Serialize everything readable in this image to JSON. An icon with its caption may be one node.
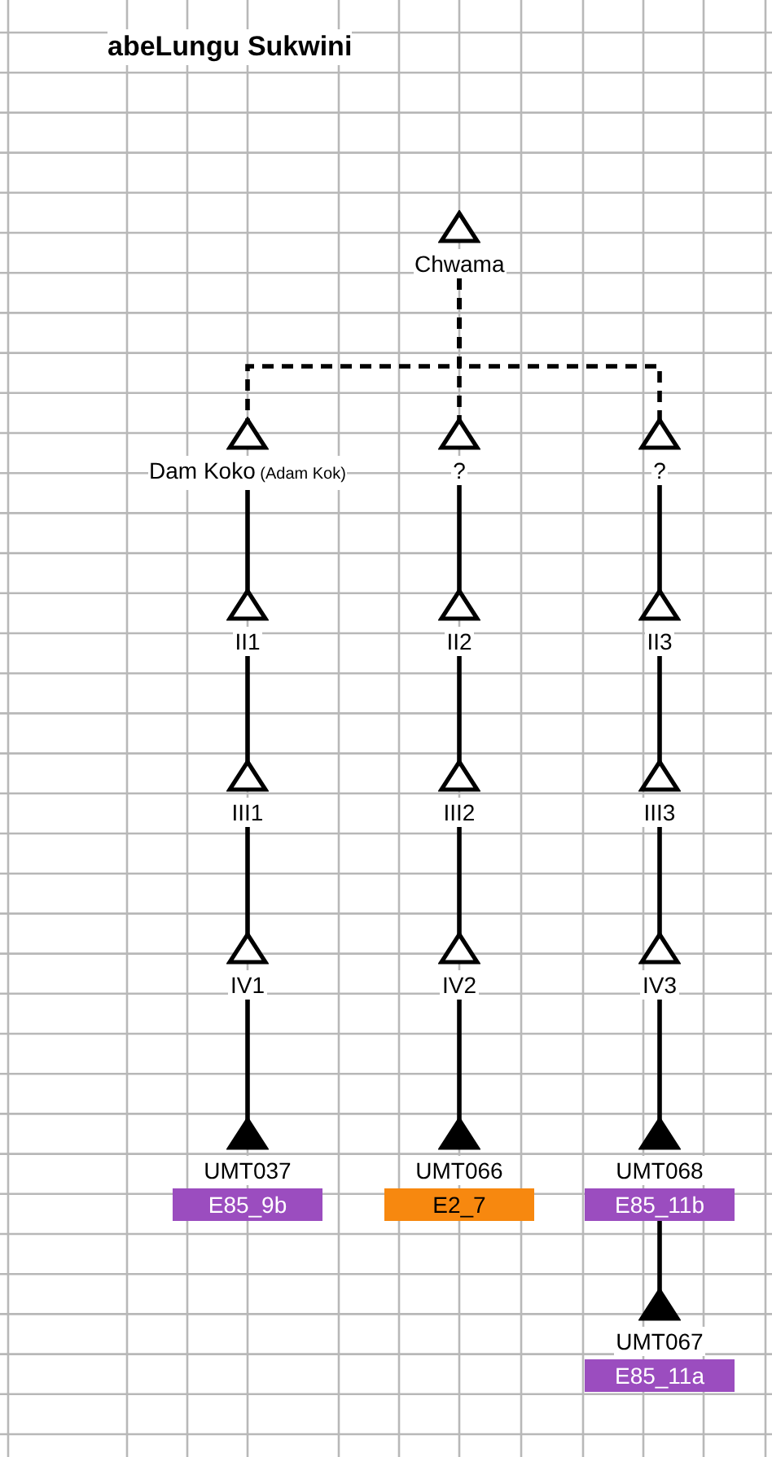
{
  "diagram": {
    "title": "abeLungu Sukwini",
    "nodes": [
      {
        "text": [
          "Chwama"
        ]
      },
      {
        "text": [
          "Dam Koko",
          "(Adam Kok)"
        ]
      },
      {
        "text": [
          "?"
        ]
      },
      {
        "text": [
          "?"
        ]
      },
      {
        "text": [
          "II1"
        ]
      },
      {
        "text": [
          "II2"
        ]
      },
      {
        "text": [
          "II3"
        ]
      },
      {
        "text": [
          "III1"
        ]
      },
      {
        "text": [
          "III2"
        ]
      },
      {
        "text": [
          "III3"
        ]
      },
      {
        "text": [
          "IV1"
        ]
      },
      {
        "text": [
          "IV2"
        ]
      },
      {
        "text": [
          "IV3"
        ]
      },
      {
        "text": [
          "UMT037",
          "E85_9b"
        ]
      },
      {
        "text": [
          "UMT066",
          "E2_7"
        ]
      },
      {
        "text": [
          "UMT068",
          "E85_11b"
        ]
      },
      {
        "text": [
          "UMT067",
          "E85_11a"
        ]
      }
    ],
    "edges": [
      {
        "from": 0,
        "to": 1,
        "arrow": "none",
        "style": "dashed"
      },
      {
        "from": 0,
        "to": 2,
        "arrow": "none",
        "style": "dashed"
      },
      {
        "from": 0,
        "to": 3,
        "arrow": "none",
        "style": "dashed"
      },
      {
        "from": 1,
        "to": 4,
        "arrow": "none"
      },
      {
        "from": 4,
        "to": 7,
        "arrow": "none"
      },
      {
        "from": 7,
        "to": 10,
        "arrow": "none"
      },
      {
        "from": 10,
        "to": 13,
        "arrow": "none"
      },
      {
        "from": 2,
        "to": 5,
        "arrow": "none"
      },
      {
        "from": 5,
        "to": 8,
        "arrow": "none"
      },
      {
        "from": 8,
        "to": 11,
        "arrow": "none"
      },
      {
        "from": 11,
        "to": 14,
        "arrow": "none"
      },
      {
        "from": 3,
        "to": 6,
        "arrow": "none"
      },
      {
        "from": 6,
        "to": 9,
        "arrow": "none"
      },
      {
        "from": 9,
        "to": 12,
        "arrow": "none"
      },
      {
        "from": 12,
        "to": 15,
        "arrow": "none"
      },
      {
        "from": 15,
        "to": 16,
        "arrow": "none"
      }
    ]
  }
}
